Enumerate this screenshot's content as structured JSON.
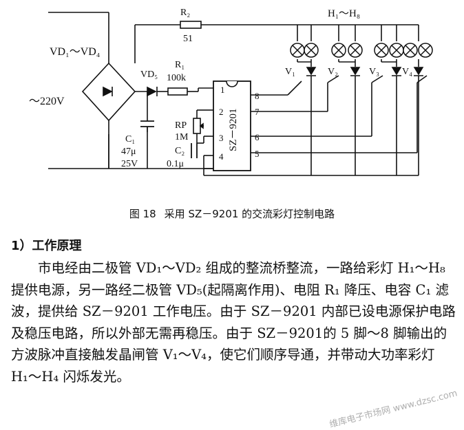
{
  "figure": {
    "labels": {
      "bridge_range": "VD₁～VD₄",
      "ac_source": "～220V",
      "r2": "R₂",
      "r2_value": "51",
      "lamps_range": "H₁～H₈",
      "vd5": "VD₅",
      "r1": "R₁",
      "r1_value": "100k",
      "c1": "C₁",
      "c1_cap": "47μ",
      "c1_volt": "25V",
      "rp": "RP",
      "rp_value": "1M",
      "c2": "C₂",
      "c2_value": "0.1μ",
      "chip": "SZ－9201",
      "pins": [
        "1",
        "2",
        "3",
        "4",
        "5",
        "6",
        "7",
        "8"
      ],
      "thyristors": [
        "V₁",
        "V₂",
        "V₃",
        "V₄"
      ]
    },
    "caption_number": "图 18",
    "caption_text": "采用 SZ－9201 的交流彩灯控制电路"
  },
  "section": {
    "heading": "1）工作原理",
    "paragraph": "市电经由二极管 VD₁～VD₂ 组成的整流桥整流，一路给彩灯 H₁～H₈ 提供电源，另一路经二极管 VD₅(起隔离作用)、电阻 R₁ 降压、电容 C₁ 滤波，提供给 SZ－9201 工作电压。由于 SZ－9201 内部已设电源保护电路及稳压电路，所以外部无需再稳压。由于 SZ－9201的 5 脚～8 脚输出的方波脉冲直接触发晶闸管 V₁～V₄，使它们顺序导通，并带动大功率彩灯 H₁～H₄ 闪烁发光。"
  },
  "watermark": "维库电子市场网 www.dzsc.com"
}
